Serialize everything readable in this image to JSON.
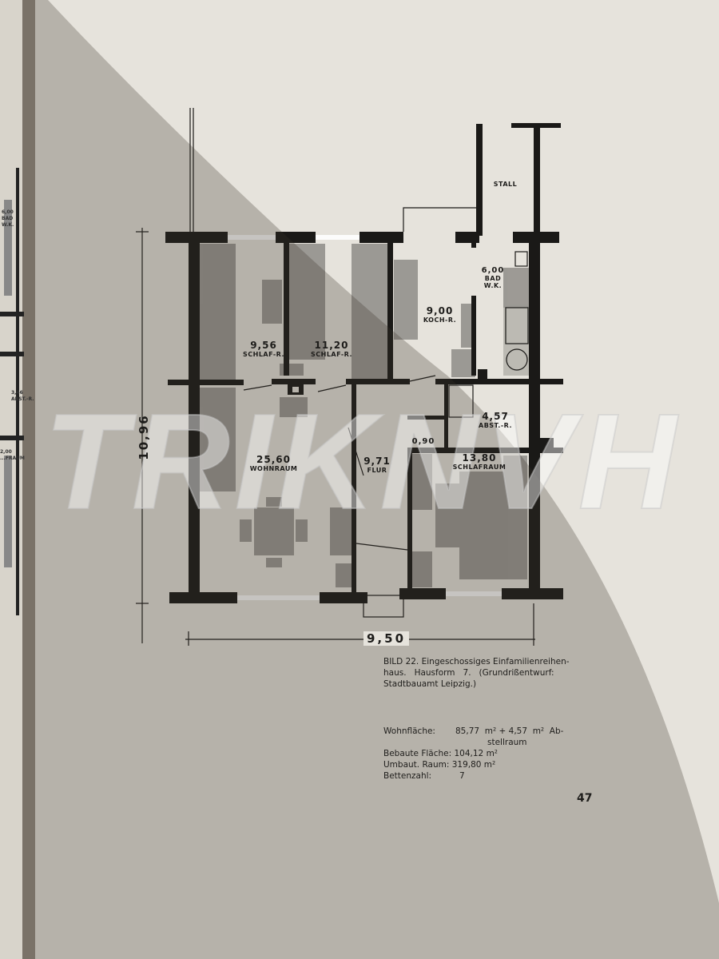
{
  "plan": {
    "rooms": [
      {
        "area": "9,56",
        "name": "SCHLAF-R."
      },
      {
        "area": "11,20",
        "name": "SCHLAF-R."
      },
      {
        "area": "9,00",
        "name": "KOCH-R."
      },
      {
        "area": "6,00",
        "name": "BAD",
        "name2": "W.K."
      },
      {
        "area": "25,60",
        "name": "WOHNRAUM"
      },
      {
        "area": "9,71",
        "name": "FLUR"
      },
      {
        "area": "4,57",
        "name": "ABST.-R."
      },
      {
        "area": "0,90",
        "name": ""
      },
      {
        "area": "13,80",
        "name": "SCHLAFRAUM"
      },
      {
        "area": "",
        "name": "STALL"
      }
    ],
    "dim_height": "10,96",
    "dim_width": "9,50"
  },
  "left_page": {
    "labels": [
      "6,00",
      "BAD",
      "W.K.",
      "3,46",
      "ABST.-R.",
      "2,00",
      "...FRAUM"
    ]
  },
  "caption": {
    "line1": "BILD 22. Eingeschossiges Einfamilienreihen-",
    "line2": "haus.   Hausform   7.   (Grundrißentwurf:",
    "line3": "Stadtbauamt Leipzig.)"
  },
  "stats": {
    "wohnflaeche_label": "Wohnfläche:",
    "wohnflaeche_value": "85,77  m² + 4,57  m²  Ab-",
    "wohnflaeche_cont": "stellraum",
    "bebaute_label": "Bebaute Fläche:",
    "bebaute_value": "104,12 m²",
    "umbaut_label": "Umbaut. Raum:",
    "umbaut_value": "319,80 m²",
    "betten_label": "Bettenzahl:",
    "betten_value": "7"
  },
  "page_number": "47",
  "watermark": "TRIKNVH"
}
